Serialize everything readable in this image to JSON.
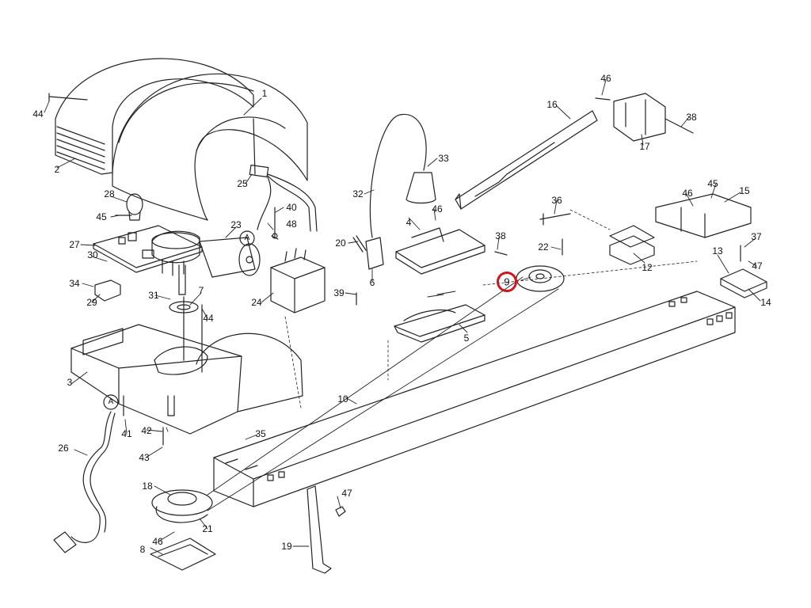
{
  "diagram": {
    "type": "exploded-parts-diagram",
    "highlight_color": "#d0161c",
    "line_color": "#222222",
    "highlighted_part": "9",
    "connector_letter": "A",
    "callouts": [
      {
        "id": "1"
      },
      {
        "id": "2"
      },
      {
        "id": "3"
      },
      {
        "id": "4"
      },
      {
        "id": "5"
      },
      {
        "id": "6"
      },
      {
        "id": "7"
      },
      {
        "id": "8"
      },
      {
        "id": "9"
      },
      {
        "id": "10"
      },
      {
        "id": "12"
      },
      {
        "id": "13"
      },
      {
        "id": "14"
      },
      {
        "id": "15"
      },
      {
        "id": "16"
      },
      {
        "id": "17"
      },
      {
        "id": "18"
      },
      {
        "id": "19"
      },
      {
        "id": "20"
      },
      {
        "id": "21"
      },
      {
        "id": "22"
      },
      {
        "id": "23"
      },
      {
        "id": "24"
      },
      {
        "id": "25"
      },
      {
        "id": "26"
      },
      {
        "id": "27"
      },
      {
        "id": "28"
      },
      {
        "id": "29"
      },
      {
        "id": "30"
      },
      {
        "id": "31"
      },
      {
        "id": "32"
      },
      {
        "id": "33"
      },
      {
        "id": "34"
      },
      {
        "id": "35"
      },
      {
        "id": "36"
      },
      {
        "id": "37"
      },
      {
        "id": "38"
      },
      {
        "id": "38"
      },
      {
        "id": "39"
      },
      {
        "id": "40"
      },
      {
        "id": "41"
      },
      {
        "id": "42"
      },
      {
        "id": "43"
      },
      {
        "id": "44"
      },
      {
        "id": "44"
      },
      {
        "id": "45"
      },
      {
        "id": "45"
      },
      {
        "id": "46"
      },
      {
        "id": "46"
      },
      {
        "id": "46"
      },
      {
        "id": "46"
      },
      {
        "id": "47"
      },
      {
        "id": "47"
      },
      {
        "id": "48"
      }
    ]
  }
}
